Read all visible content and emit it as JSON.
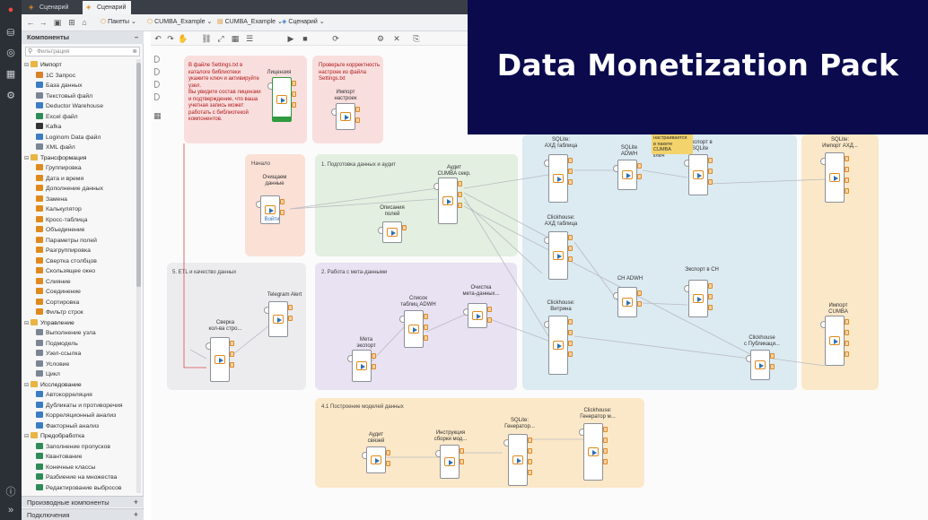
{
  "banner": {
    "title": "Data Monetization Pack"
  },
  "tabs": [
    {
      "label": "Сценарий"
    },
    {
      "label": "Сценарий"
    }
  ],
  "breadcrumb": [
    "Пакеты",
    "CUMBA_Example",
    "CUMBA_Example",
    "Сценарий"
  ],
  "panel": {
    "title": "Компоненты",
    "filter_placeholder": "Фильтрация",
    "tree": [
      {
        "label": "Импорт",
        "cat": true
      },
      {
        "label": "1C Запрос",
        "color": "#d9822b"
      },
      {
        "label": "База данных",
        "color": "#3b7dc4"
      },
      {
        "label": "Текстовый файл",
        "color": "#7a8594"
      },
      {
        "label": "Deductor Warehouse",
        "color": "#3b7dc4"
      },
      {
        "label": "Excel файл",
        "color": "#2e8b57"
      },
      {
        "label": "Kafka",
        "color": "#333333"
      },
      {
        "label": "Loginom Data файл",
        "color": "#3b7dc4"
      },
      {
        "label": "XML файл",
        "color": "#7a8594"
      },
      {
        "label": "Трансформация",
        "cat": true
      },
      {
        "label": "Группировка",
        "color": "#e08a1e"
      },
      {
        "label": "Дата и время",
        "color": "#e08a1e"
      },
      {
        "label": "Дополнение данных",
        "color": "#e08a1e"
      },
      {
        "label": "Замена",
        "color": "#e08a1e"
      },
      {
        "label": "Калькулятор",
        "color": "#e08a1e"
      },
      {
        "label": "Кросс-таблица",
        "color": "#e08a1e"
      },
      {
        "label": "Объединение",
        "color": "#e08a1e"
      },
      {
        "label": "Параметры полей",
        "color": "#e08a1e"
      },
      {
        "label": "Разгруппировка",
        "color": "#e08a1e"
      },
      {
        "label": "Свертка столбцов",
        "color": "#e08a1e"
      },
      {
        "label": "Скользящее окно",
        "color": "#e08a1e"
      },
      {
        "label": "Слияние",
        "color": "#e08a1e"
      },
      {
        "label": "Соединение",
        "color": "#e08a1e"
      },
      {
        "label": "Сортировка",
        "color": "#e08a1e"
      },
      {
        "label": "Фильтр строк",
        "color": "#e08a1e"
      },
      {
        "label": "Управление",
        "cat": true
      },
      {
        "label": "Выполнение узла",
        "color": "#7a8594"
      },
      {
        "label": "Подмодель",
        "color": "#7a8594"
      },
      {
        "label": "Узел-ссылка",
        "color": "#7a8594"
      },
      {
        "label": "Условие",
        "color": "#7a8594"
      },
      {
        "label": "Цикл",
        "color": "#7a8594"
      },
      {
        "label": "Исследование",
        "cat": true
      },
      {
        "label": "Автокорреляция",
        "color": "#3b7dc4"
      },
      {
        "label": "Дубликаты и противоречия",
        "color": "#3b7dc4"
      },
      {
        "label": "Корреляционный анализ",
        "color": "#3b7dc4"
      },
      {
        "label": "Факторный анализ",
        "color": "#3b7dc4"
      },
      {
        "label": "Предобработка",
        "cat": true
      },
      {
        "label": "Заполнение пропусков",
        "color": "#2e8b57"
      },
      {
        "label": "Квантование",
        "color": "#2e8b57"
      },
      {
        "label": "Конечные классы",
        "color": "#2e8b57"
      },
      {
        "label": "Разбиение на множества",
        "color": "#2e8b57"
      },
      {
        "label": "Редактирование выбросов",
        "color": "#2e8b57"
      }
    ],
    "derived": "Производные компоненты",
    "connections": "Подключения"
  },
  "canvas": {
    "notes": [
      {
        "text": "В файле Settings.txt в каталоге библиотеки укажите ключ и активируйте узел.\nВы увидите состав лицензии и подтверждение, что ваша учетная запись может работать с библиотекой компонентов."
      },
      {
        "text": "Проверьте корректность настроек из файла Settings.txt"
      }
    ],
    "groups": [
      {
        "label": "Начало"
      },
      {
        "label": "1. Подготовка данных и аудит"
      },
      {
        "label": "5. ETL и качество данных"
      },
      {
        "label": "2. Работа с мета-данными"
      },
      {
        "label": "4.1 Построение моделей данных"
      }
    ],
    "nodes": [
      {
        "label": "Лицензия"
      },
      {
        "label": "Импорт\nнастроек"
      },
      {
        "label": "Очищаем\nданные"
      },
      {
        "label": "Войти"
      },
      {
        "label": "Аудит\nCUMBA секр."
      },
      {
        "label": "Описания\nполей"
      },
      {
        "label": "Telegram Alert"
      },
      {
        "label": "Сверка\nкол-ва стро..."
      },
      {
        "label": "Список\nтаблиц ADWH"
      },
      {
        "label": "Очистка\nмета-данных..."
      },
      {
        "label": "Мета\nэкспорт"
      },
      {
        "label": "SQLite:\nАХД таблица"
      },
      {
        "label": "SQLite\nADWH"
      },
      {
        "label": "Экспорт в\nSQLite"
      },
      {
        "label": "настраивается\nв пакете CUMBA\nключ"
      },
      {
        "label": "SQLite:\nИмпорт АХД..."
      },
      {
        "label": "Clickhouse:\nАХД таблица"
      },
      {
        "label": "CH ADWH"
      },
      {
        "label": "Экспорт в CH"
      },
      {
        "label": "Clickhouse:\nВитрина"
      },
      {
        "label": "Clickhouse\nс Публикаци..."
      },
      {
        "label": "Импорт\nCUMBA"
      },
      {
        "label": "Аудит\nсвязей"
      },
      {
        "label": "Инструкция\nсборки мод..."
      },
      {
        "label": "SQLite:\nГенератор..."
      },
      {
        "label": "Clickhouse:\nГенератор м..."
      }
    ]
  }
}
